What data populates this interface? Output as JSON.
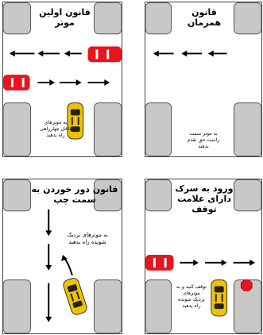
{
  "colors": {
    "road": "#ffffff",
    "corner": "#c8c8c8",
    "corner_border": "#555555",
    "arrow": "#000000",
    "red_car": "#e8141e",
    "yellow_car": "#f2c200",
    "stop_sign": "#e8141e"
  },
  "panels": [
    {
      "id": "tl",
      "title": "قانون اولین\nموتر",
      "note": "به موترهای\nداخل چهارراهی\nراه بدهید"
    },
    {
      "id": "tr",
      "title": "قانون\nهمزمان",
      "note": "به موتر سمت\nراست حق تقدم\nبدهید"
    },
    {
      "id": "bl",
      "title": "قانون دور خوردن به\nسمت چپ",
      "note": "به موترهای نزدیک\nشونده راه بدهید"
    },
    {
      "id": "br",
      "title": "ورود به سرک\nدارای علامت\nتوقف",
      "note": "توقف کنید و به\nموترهای\nنزدیک شونده\nراه بدهید"
    }
  ]
}
